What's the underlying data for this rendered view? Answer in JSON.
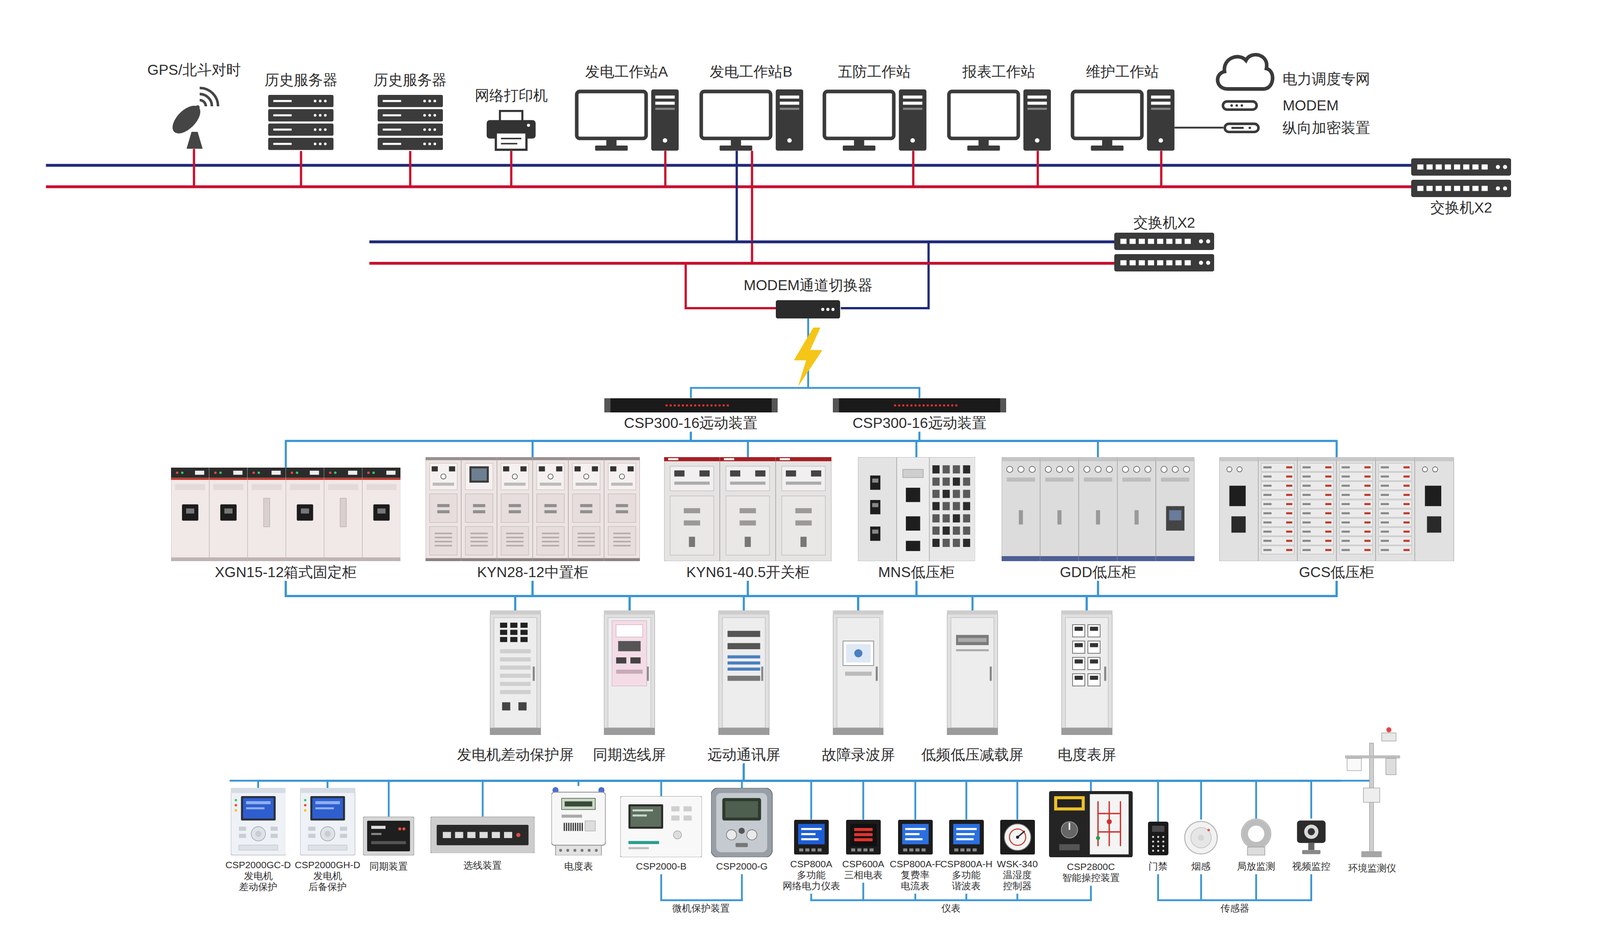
{
  "diagram": {
    "nodes": [
      {
        "text": [
          "GPS/北斗对时"
        ]
      },
      {
        "text": [
          "历史服务器"
        ]
      },
      {
        "text": [
          "历史服务器"
        ]
      },
      {
        "text": [
          "网络打印机"
        ]
      },
      {
        "text": [
          "发电工作站A"
        ]
      },
      {
        "text": [
          "发电工作站B"
        ]
      },
      {
        "text": [
          "五防工作站"
        ]
      },
      {
        "text": [
          "报表工作站"
        ]
      },
      {
        "text": [
          "维护工作站"
        ]
      },
      {
        "text": [
          "电力调度专网"
        ]
      },
      {
        "text": [
          "MODEM"
        ]
      },
      {
        "text": [
          "纵向加密装置"
        ]
      },
      {
        "text": [
          "交换机X2"
        ]
      },
      {
        "text": [
          "交换机X2"
        ]
      },
      {
        "text": [
          "MODEM通道切换器"
        ]
      },
      {
        "text": [
          "CSP300-16远动装置"
        ]
      },
      {
        "text": [
          "CSP300-16远动装置"
        ]
      },
      {
        "text": [
          "XGN15-12箱式固定柜"
        ]
      },
      {
        "text": [
          "KYN28-12中置柜"
        ]
      },
      {
        "text": [
          "KYN61-40.5开关柜"
        ]
      },
      {
        "text": [
          "MNS低压柜"
        ]
      },
      {
        "text": [
          "GDD低压柜"
        ]
      },
      {
        "text": [
          "GCS低压柜"
        ]
      },
      {
        "text": [
          "发电机差动保护屏"
        ]
      },
      {
        "text": [
          "同期选线屏"
        ]
      },
      {
        "text": [
          "远动通讯屏"
        ]
      },
      {
        "text": [
          "故障录波屏"
        ]
      },
      {
        "text": [
          "低频低压减载屏"
        ]
      },
      {
        "text": [
          "电度表屏"
        ]
      },
      {
        "text": [
          "CSP2000GC-D 发电机 差动保护"
        ]
      },
      {
        "text": [
          "CSP2000GH-D 发电机 后备保护"
        ]
      },
      {
        "text": [
          "同期装置"
        ]
      },
      {
        "text": [
          "选线装置"
        ]
      },
      {
        "text": [
          "电度表"
        ]
      },
      {
        "text": [
          "CSP2000-B"
        ]
      },
      {
        "text": [
          "CSP2000-G"
        ]
      },
      {
        "text": [
          "CSP800A 多功能 网络电力仪表"
        ]
      },
      {
        "text": [
          "CSP600A 三相电表"
        ]
      },
      {
        "text": [
          "CSP800A-F 复费率 电流表"
        ]
      },
      {
        "text": [
          "CSP800A-H 多功能 谐波表"
        ]
      },
      {
        "text": [
          "WSK-340 温湿度 控制器"
        ]
      },
      {
        "text": [
          "CSP2800C 智能操控装置"
        ]
      },
      {
        "text": [
          "门禁"
        ]
      },
      {
        "text": [
          "烟感"
        ]
      },
      {
        "text": [
          "局放监测"
        ]
      },
      {
        "text": [
          "视频监控"
        ]
      },
      {
        "text": [
          "环境监测仪"
        ]
      }
    ],
    "edges": [
      {
        "from": 0,
        "to": 12,
        "arrow": "none"
      },
      {
        "from": 1,
        "to": 12,
        "arrow": "none"
      },
      {
        "from": 2,
        "to": 12,
        "arrow": "none"
      },
      {
        "from": 3,
        "to": 12,
        "arrow": "none"
      },
      {
        "from": 4,
        "to": 12,
        "arrow": "none"
      },
      {
        "from": 5,
        "to": 12,
        "arrow": "none"
      },
      {
        "from": 6,
        "to": 12,
        "arrow": "none"
      },
      {
        "from": 7,
        "to": 12,
        "arrow": "none"
      },
      {
        "from": 8,
        "to": 12,
        "arrow": "none"
      },
      {
        "from": 8,
        "to": 11,
        "arrow": "none"
      },
      {
        "from": 5,
        "to": 13,
        "arrow": "none"
      },
      {
        "from": 13,
        "to": 14,
        "arrow": "none"
      },
      {
        "from": 14,
        "to": 15,
        "arrow": "none"
      },
      {
        "from": 14,
        "to": 16,
        "arrow": "none"
      },
      {
        "from": 15,
        "to": 17,
        "arrow": "none"
      },
      {
        "from": 15,
        "to": 18,
        "arrow": "none"
      },
      {
        "from": 15,
        "to": 19,
        "arrow": "none"
      },
      {
        "from": 15,
        "to": 20,
        "arrow": "none"
      },
      {
        "from": 15,
        "to": 21,
        "arrow": "none"
      },
      {
        "from": 15,
        "to": 22,
        "arrow": "none"
      },
      {
        "from": 16,
        "to": 17,
        "arrow": "none"
      },
      {
        "from": 16,
        "to": 18,
        "arrow": "none"
      },
      {
        "from": 16,
        "to": 19,
        "arrow": "none"
      },
      {
        "from": 16,
        "to": 20,
        "arrow": "none"
      },
      {
        "from": 16,
        "to": 21,
        "arrow": "none"
      },
      {
        "from": 16,
        "to": 22,
        "arrow": "none"
      },
      {
        "from": 17,
        "to": 23,
        "arrow": "none"
      },
      {
        "from": 17,
        "to": 24,
        "arrow": "none"
      },
      {
        "from": 17,
        "to": 25,
        "arrow": "none"
      },
      {
        "from": 17,
        "to": 26,
        "arrow": "none"
      },
      {
        "from": 17,
        "to": 27,
        "arrow": "none"
      },
      {
        "from": 17,
        "to": 28,
        "arrow": "none"
      },
      {
        "from": 18,
        "to": 23,
        "arrow": "none"
      },
      {
        "from": 18,
        "to": 24,
        "arrow": "none"
      },
      {
        "from": 18,
        "to": 25,
        "arrow": "none"
      },
      {
        "from": 18,
        "to": 26,
        "arrow": "none"
      },
      {
        "from": 18,
        "to": 27,
        "arrow": "none"
      },
      {
        "from": 18,
        "to": 28,
        "arrow": "none"
      },
      {
        "from": 19,
        "to": 23,
        "arrow": "none"
      },
      {
        "from": 19,
        "to": 24,
        "arrow": "none"
      },
      {
        "from": 19,
        "to": 25,
        "arrow": "none"
      },
      {
        "from": 19,
        "to": 26,
        "arrow": "none"
      },
      {
        "from": 19,
        "to": 27,
        "arrow": "none"
      },
      {
        "from": 19,
        "to": 28,
        "arrow": "none"
      },
      {
        "from": 20,
        "to": 23,
        "arrow": "none"
      },
      {
        "from": 20,
        "to": 24,
        "arrow": "none"
      },
      {
        "from": 20,
        "to": 25,
        "arrow": "none"
      },
      {
        "from": 20,
        "to": 26,
        "arrow": "none"
      },
      {
        "from": 20,
        "to": 27,
        "arrow": "none"
      },
      {
        "from": 20,
        "to": 28,
        "arrow": "none"
      },
      {
        "from": 21,
        "to": 23,
        "arrow": "none"
      },
      {
        "from": 21,
        "to": 24,
        "arrow": "none"
      },
      {
        "from": 21,
        "to": 25,
        "arrow": "none"
      },
      {
        "from": 21,
        "to": 26,
        "arrow": "none"
      },
      {
        "from": 21,
        "to": 27,
        "arrow": "none"
      },
      {
        "from": 21,
        "to": 28,
        "arrow": "none"
      },
      {
        "from": 22,
        "to": 23,
        "arrow": "none"
      },
      {
        "from": 22,
        "to": 24,
        "arrow": "none"
      },
      {
        "from": 22,
        "to": 25,
        "arrow": "none"
      },
      {
        "from": 22,
        "to": 26,
        "arrow": "none"
      },
      {
        "from": 22,
        "to": 27,
        "arrow": "none"
      },
      {
        "from": 22,
        "to": 28,
        "arrow": "none"
      },
      {
        "from": 25,
        "to": 29,
        "arrow": "none"
      },
      {
        "from": 25,
        "to": 30,
        "arrow": "none"
      },
      {
        "from": 25,
        "to": 31,
        "arrow": "none"
      },
      {
        "from": 25,
        "to": 32,
        "arrow": "none"
      },
      {
        "from": 25,
        "to": 33,
        "arrow": "none"
      },
      {
        "from": 25,
        "to": 34,
        "arrow": "none"
      },
      {
        "from": 25,
        "to": 35,
        "arrow": "none"
      },
      {
        "from": 25,
        "to": 36,
        "arrow": "none"
      },
      {
        "from": 25,
        "to": 37,
        "arrow": "none"
      },
      {
        "from": 25,
        "to": 38,
        "arrow": "none"
      },
      {
        "from": 25,
        "to": 39,
        "arrow": "none"
      },
      {
        "from": 25,
        "to": 40,
        "arrow": "none"
      },
      {
        "from": 25,
        "to": 41,
        "arrow": "none"
      },
      {
        "from": 25,
        "to": 42,
        "arrow": "none"
      },
      {
        "from": 25,
        "to": 43,
        "arrow": "none"
      },
      {
        "from": 25,
        "to": 44,
        "arrow": "none"
      },
      {
        "from": 25,
        "to": 45,
        "arrow": "none"
      },
      {
        "from": 25,
        "to": 46,
        "arrow": "none"
      }
    ],
    "labels": [
      "微机保护装置",
      "仪表",
      "传感器"
    ]
  }
}
